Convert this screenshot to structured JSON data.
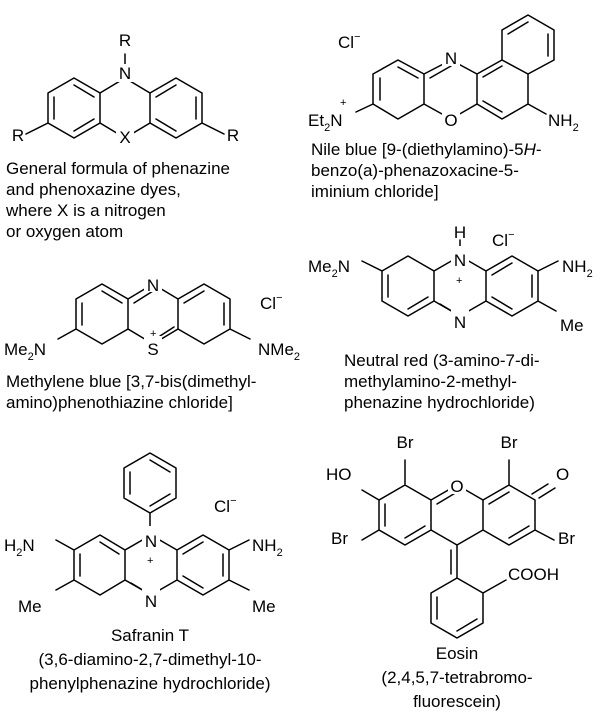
{
  "structures": {
    "general": {
      "atoms": {
        "r_top": "R",
        "n": "N",
        "x": "X",
        "r_left": "R",
        "r_right": "R"
      },
      "caption": [
        "General formula of phenazine",
        "and phenoxazine dyes,",
        "where X is a nitrogen",
        "or oxygen atom"
      ]
    },
    "nile_blue": {
      "atoms": {
        "counterion": "Cl",
        "n_ring": "N",
        "o_ring": "O",
        "nh2": "NH",
        "nh2_sub": "2",
        "et2n": "Et",
        "et2n_sub": "2",
        "et2n_n": "N"
      },
      "caption": {
        "line1_a": "Nile blue [9-(diethylamino)-5",
        "line1_italic": "H",
        "line1_b": "-",
        "line2": "benzo(a)-phenazoxacine-5-",
        "line3": "iminium chloride]"
      }
    },
    "methylene_blue": {
      "atoms": {
        "n_ring": "N",
        "s_ring": "S",
        "counterion": "Cl",
        "nme2_left": "Me",
        "nme2_left_sub": "2",
        "nme2_left_n": "N",
        "nme2_right": "NMe",
        "nme2_right_sub": "2"
      },
      "caption": [
        "Methylene blue [3,7-bis(dimethyl-",
        "amino)phenothiazine chloride]"
      ]
    },
    "neutral_red": {
      "atoms": {
        "h": "H",
        "n_top": "N",
        "counterion": "Cl",
        "me2n": "Me",
        "me2n_sub": "2",
        "me2n_n": "N",
        "nh2": "NH",
        "nh2_sub": "2",
        "n_bottom": "N",
        "me": "Me"
      },
      "caption": [
        "Neutral red (3-amino-7-di-",
        "methylamino-2-methyl-",
        "phenazine hydrochloride)"
      ]
    },
    "safranin_t": {
      "atoms": {
        "n_top": "N",
        "counterion": "Cl",
        "h2n": "H",
        "h2n_sub": "2",
        "h2n_n": "N",
        "nh2": "NH",
        "nh2_sub": "2",
        "n_bottom": "N",
        "me_left": "Me",
        "me_right": "Me"
      },
      "caption": [
        "Safranin T",
        "(3,6-diamino-2,7-dimethyl-10-",
        "phenylphenazine hydrochloride)"
      ]
    },
    "eosin": {
      "atoms": {
        "br_tl": "Br",
        "br_tr": "Br",
        "ho": "HO",
        "o_ring": "O",
        "o_keto": "O",
        "br_bl": "Br",
        "br_br": "Br",
        "cooh": "COOH"
      },
      "caption": [
        "Eosin",
        "(2,4,5,7-tetrabromo-",
        "fluorescein)"
      ]
    }
  },
  "symbols": {
    "minus": "−",
    "plus": "+"
  }
}
